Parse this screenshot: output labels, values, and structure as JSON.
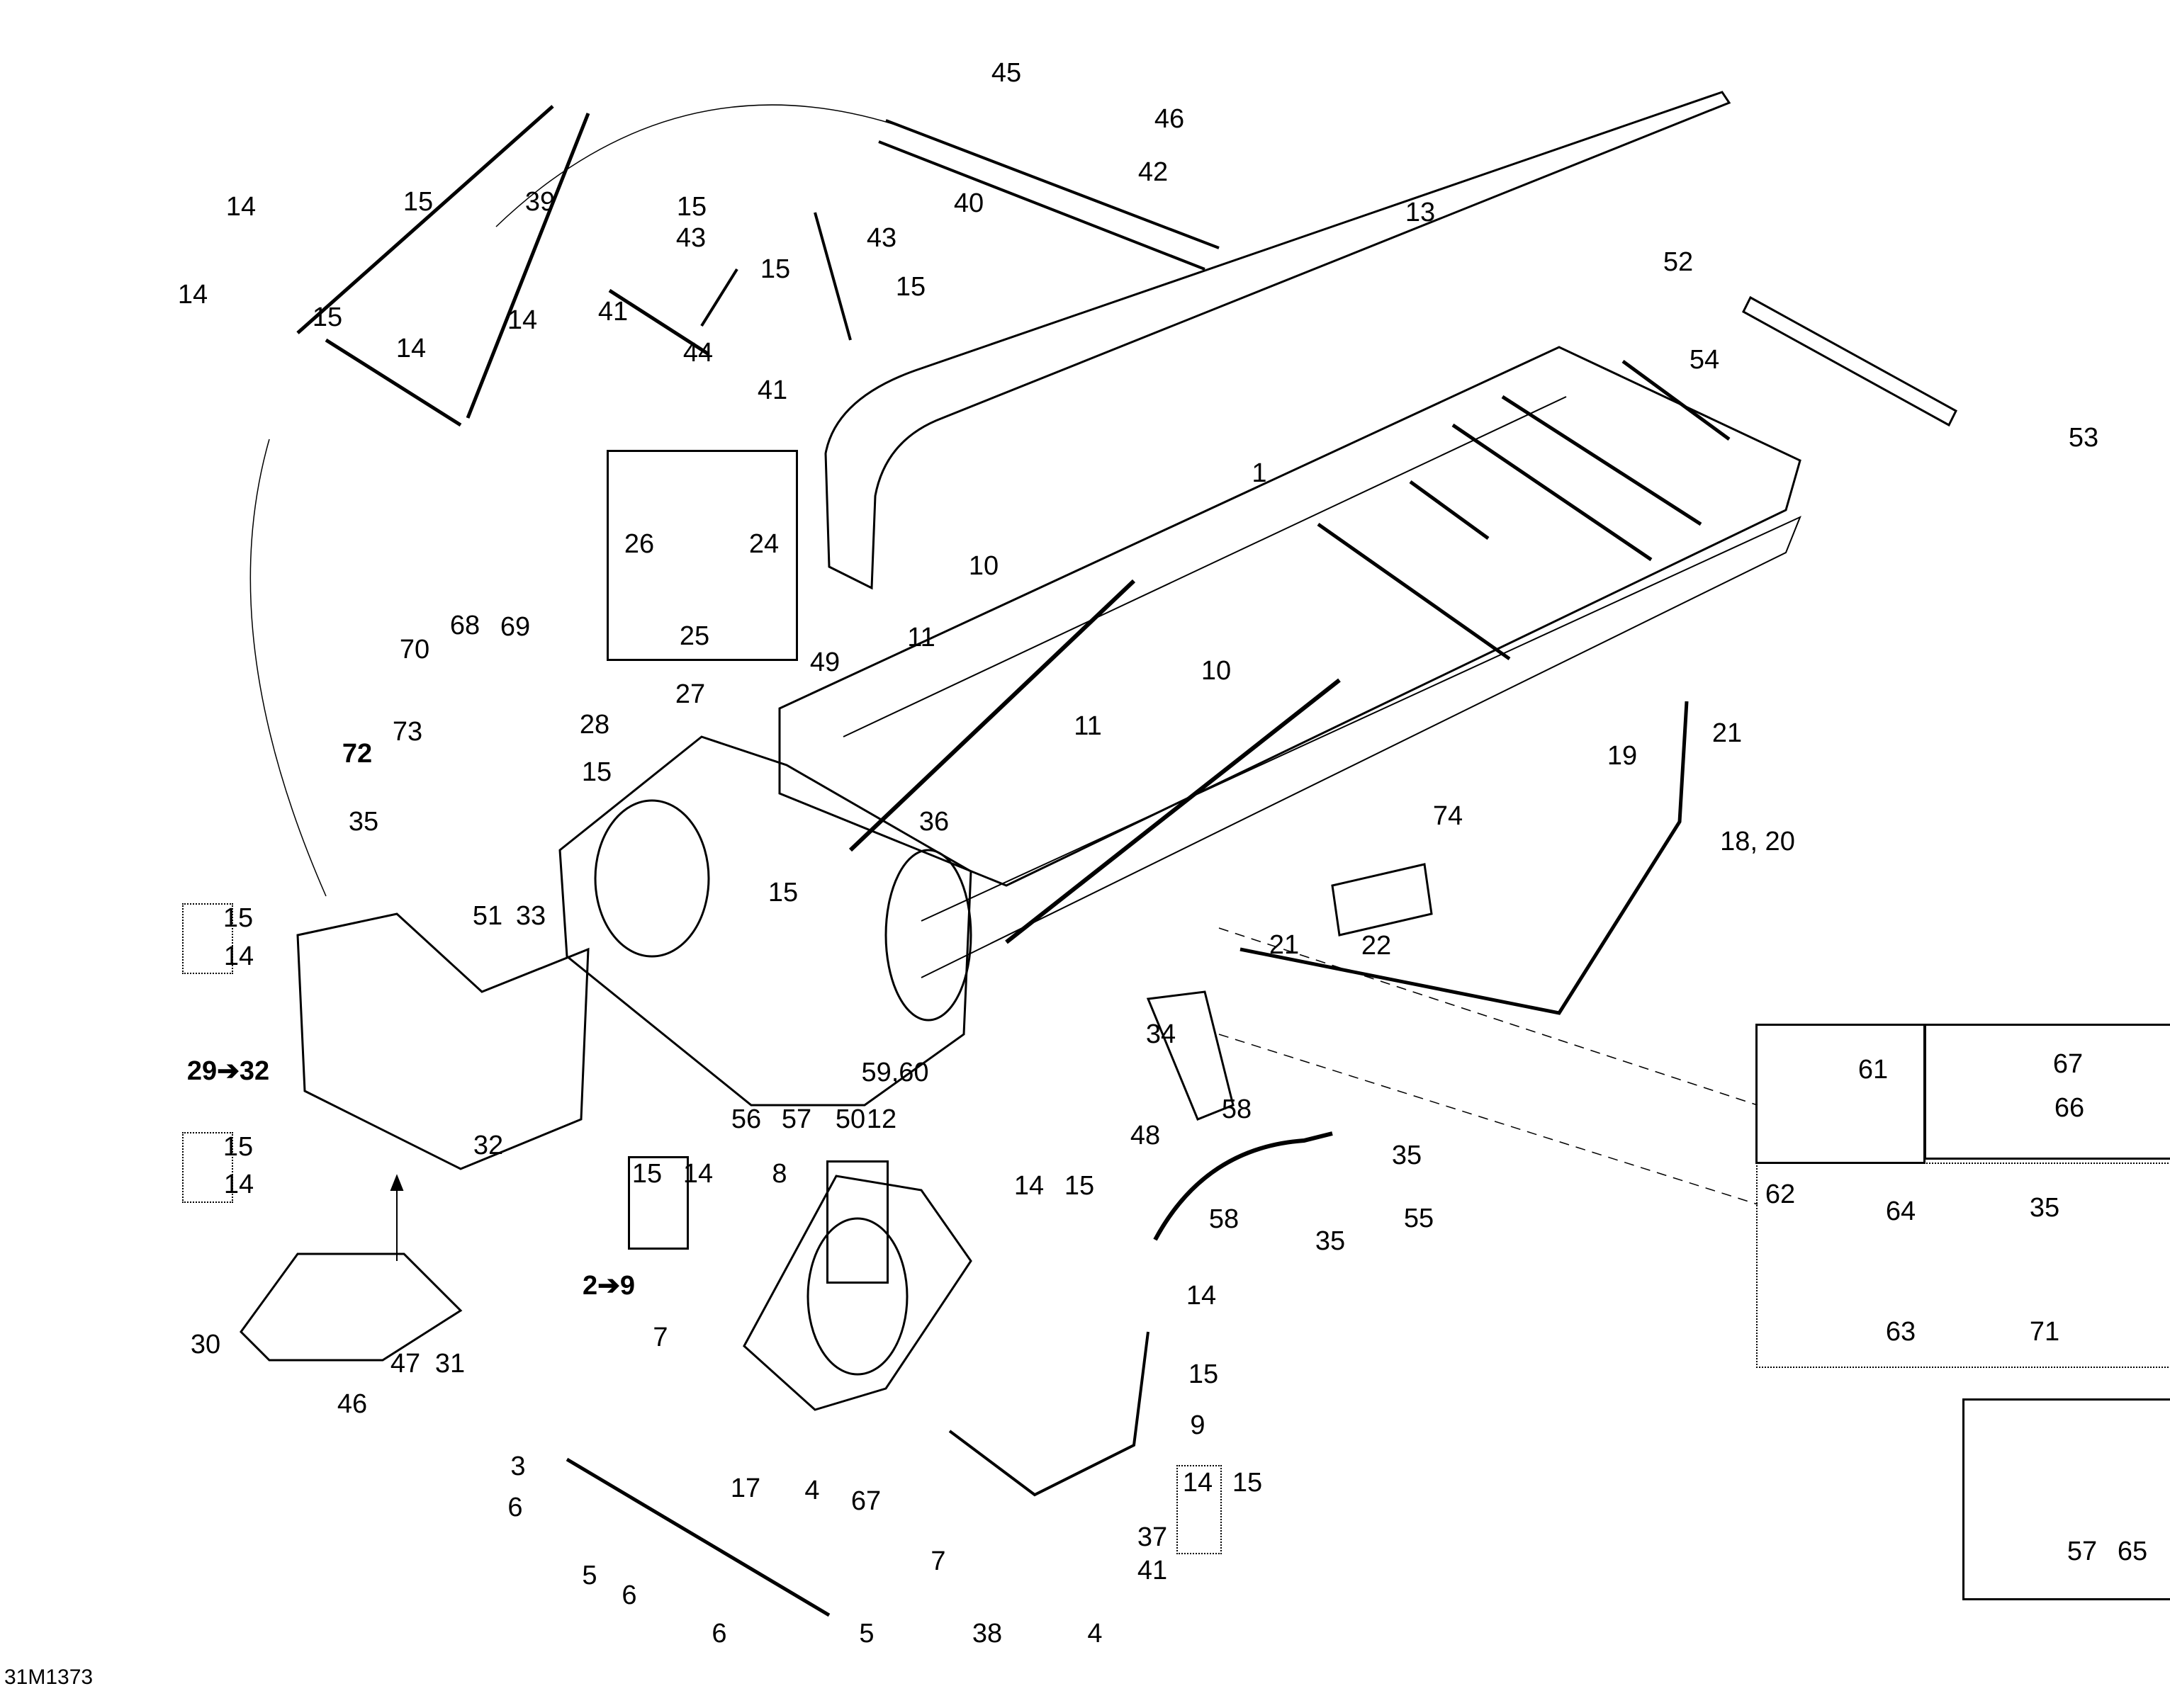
{
  "diagram": {
    "title": "Snowmobile frame / chassis exploded parts diagram",
    "figure_id": "31M1373",
    "callouts": [
      {
        "id": "c1",
        "label": "1"
      },
      {
        "id": "c2",
        "label": "45"
      },
      {
        "id": "c3",
        "label": "46"
      },
      {
        "id": "c4",
        "label": "42"
      },
      {
        "id": "c5",
        "label": "40"
      },
      {
        "id": "c6",
        "label": "15"
      },
      {
        "id": "c7",
        "label": "43"
      },
      {
        "id": "c8",
        "label": "15"
      },
      {
        "id": "c9",
        "label": "43"
      },
      {
        "id": "c10",
        "label": "15"
      },
      {
        "id": "c11",
        "label": "41"
      },
      {
        "id": "c12",
        "label": "44"
      },
      {
        "id": "c13",
        "label": "41"
      },
      {
        "id": "c14",
        "label": "13"
      },
      {
        "id": "c15",
        "label": "52"
      },
      {
        "id": "c16",
        "label": "54"
      },
      {
        "id": "c17",
        "label": "53"
      },
      {
        "id": "c18",
        "label": "39"
      },
      {
        "id": "c19",
        "label": "14"
      },
      {
        "id": "c20",
        "label": "15"
      },
      {
        "id": "c21",
        "label": "14"
      },
      {
        "id": "c22",
        "label": "15"
      },
      {
        "id": "c23",
        "label": "14"
      },
      {
        "id": "c24",
        "label": "14"
      },
      {
        "id": "c25",
        "label": "26"
      },
      {
        "id": "c26",
        "label": "24"
      },
      {
        "id": "c27",
        "label": "25"
      },
      {
        "id": "c28",
        "label": "10"
      },
      {
        "id": "c29",
        "label": "11"
      },
      {
        "id": "c30",
        "label": "10"
      },
      {
        "id": "c31",
        "label": "11"
      },
      {
        "id": "c32",
        "label": "49"
      },
      {
        "id": "c33",
        "label": "21"
      },
      {
        "id": "c34",
        "label": "19"
      },
      {
        "id": "c35",
        "label": "18, 20"
      },
      {
        "id": "c36",
        "label": "74"
      },
      {
        "id": "c37",
        "label": "22"
      },
      {
        "id": "c38",
        "label": "21"
      },
      {
        "id": "c39",
        "label": "36"
      },
      {
        "id": "c40",
        "label": "70"
      },
      {
        "id": "c41",
        "label": "68"
      },
      {
        "id": "c42",
        "label": "69"
      },
      {
        "id": "c43",
        "label": "73"
      },
      {
        "id": "c44",
        "label": "72"
      },
      {
        "id": "c45",
        "label": "28"
      },
      {
        "id": "c46",
        "label": "27"
      },
      {
        "id": "c47",
        "label": "15"
      },
      {
        "id": "c48",
        "label": "35"
      },
      {
        "id": "c49",
        "label": "15"
      },
      {
        "id": "c50",
        "label": "14"
      },
      {
        "id": "c51",
        "label": "51"
      },
      {
        "id": "c52",
        "label": "33"
      },
      {
        "id": "c53",
        "label": "15"
      },
      {
        "id": "c54",
        "label": "29➔32"
      },
      {
        "id": "c55",
        "label": "32"
      },
      {
        "id": "c56",
        "label": "34"
      },
      {
        "id": "c57",
        "label": "59,60"
      },
      {
        "id": "c58",
        "label": "56"
      },
      {
        "id": "c59",
        "label": "57"
      },
      {
        "id": "c60",
        "label": "50"
      },
      {
        "id": "c61",
        "label": "12"
      },
      {
        "id": "c62",
        "label": "58"
      },
      {
        "id": "c63",
        "label": "48"
      },
      {
        "id": "c64",
        "label": "35"
      },
      {
        "id": "c65",
        "label": "58"
      },
      {
        "id": "c66",
        "label": "35"
      },
      {
        "id": "c67",
        "label": "55"
      },
      {
        "id": "c68",
        "label": "15"
      },
      {
        "id": "c69",
        "label": "14"
      },
      {
        "id": "c70",
        "label": "30"
      },
      {
        "id": "c71",
        "label": "47"
      },
      {
        "id": "c72",
        "label": "31"
      },
      {
        "id": "c73",
        "label": "46"
      },
      {
        "id": "c74",
        "label": "15"
      },
      {
        "id": "c75",
        "label": "14"
      },
      {
        "id": "c76",
        "label": "8"
      },
      {
        "id": "c77",
        "label": "2➔9"
      },
      {
        "id": "c78",
        "label": "7"
      },
      {
        "id": "c79",
        "label": "14"
      },
      {
        "id": "c80",
        "label": "15"
      },
      {
        "id": "c81",
        "label": "14"
      },
      {
        "id": "c82",
        "label": "15"
      },
      {
        "id": "c83",
        "label": "9"
      },
      {
        "id": "c84",
        "label": "3"
      },
      {
        "id": "c85",
        "label": "17"
      },
      {
        "id": "c86",
        "label": "6"
      },
      {
        "id": "c87",
        "label": "5"
      },
      {
        "id": "c88",
        "label": "6"
      },
      {
        "id": "c89",
        "label": "6"
      },
      {
        "id": "c90",
        "label": "5"
      },
      {
        "id": "c91",
        "label": "4"
      },
      {
        "id": "c92",
        "label": "67"
      },
      {
        "id": "c93",
        "label": "14"
      },
      {
        "id": "c94",
        "label": "15"
      },
      {
        "id": "c95",
        "label": "37"
      },
      {
        "id": "c96",
        "label": "7"
      },
      {
        "id": "c97",
        "label": "41"
      },
      {
        "id": "c98",
        "label": "38"
      },
      {
        "id": "c99",
        "label": "4"
      },
      {
        "id": "c100",
        "label": "61"
      },
      {
        "id": "c101",
        "label": "67"
      },
      {
        "id": "c102",
        "label": "66"
      },
      {
        "id": "c103",
        "label": "62"
      },
      {
        "id": "c104",
        "label": "64"
      },
      {
        "id": "c105",
        "label": "35"
      },
      {
        "id": "c106",
        "label": "63"
      },
      {
        "id": "c107",
        "label": "71"
      },
      {
        "id": "c108",
        "label": "57"
      },
      {
        "id": "c109",
        "label": "65"
      }
    ],
    "insets": [
      {
        "name": "front-bracket-inset",
        "parts": [
          "24",
          "25",
          "26"
        ]
      },
      {
        "name": "hardware-inset-15-14-a",
        "parts": [
          "15",
          "14"
        ]
      },
      {
        "name": "hardware-inset-15-14-b",
        "parts": [
          "15",
          "14"
        ]
      },
      {
        "name": "hardware-inset-15-14-c",
        "parts": [
          "15",
          "14"
        ]
      },
      {
        "name": "hardware-inset-14-15-d",
        "parts": [
          "14",
          "15"
        ]
      },
      {
        "name": "hardware-inset-14-15-e",
        "parts": [
          "14",
          "15"
        ]
      },
      {
        "name": "plate-inset-61",
        "parts": [
          "61"
        ]
      },
      {
        "name": "bracket-inset-66",
        "parts": [
          "67",
          "66"
        ]
      },
      {
        "name": "bracket-inset-62",
        "parts": [
          "62",
          "64",
          "35",
          "63",
          "71"
        ]
      },
      {
        "name": "plate-inset-65",
        "parts": [
          "57",
          "65"
        ]
      }
    ]
  }
}
